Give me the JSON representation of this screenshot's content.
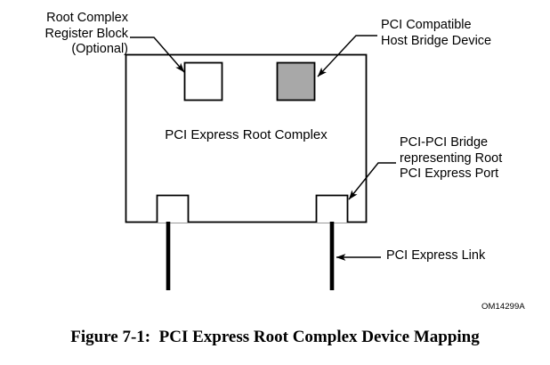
{
  "figure": {
    "caption": "Figure 7-1:  PCI Express Root Complex Device Mapping",
    "om_number": "OM14299A"
  },
  "diagram": {
    "main_block_label": "PCI Express Root Complex",
    "callouts": {
      "register_block": "Root Complex\nRegister Block\n(Optional)",
      "host_bridge": "PCI Compatible\nHost Bridge Device",
      "pci_pci_bridge": "PCI-PCI Bridge\nrepresenting Root\nPCI Express Port",
      "express_link": "PCI Express Link"
    },
    "colors": {
      "line": "#000000",
      "host_bridge_fill": "#a8a8a8",
      "register_block_fill": "#ffffff",
      "background": "#ffffff"
    }
  }
}
